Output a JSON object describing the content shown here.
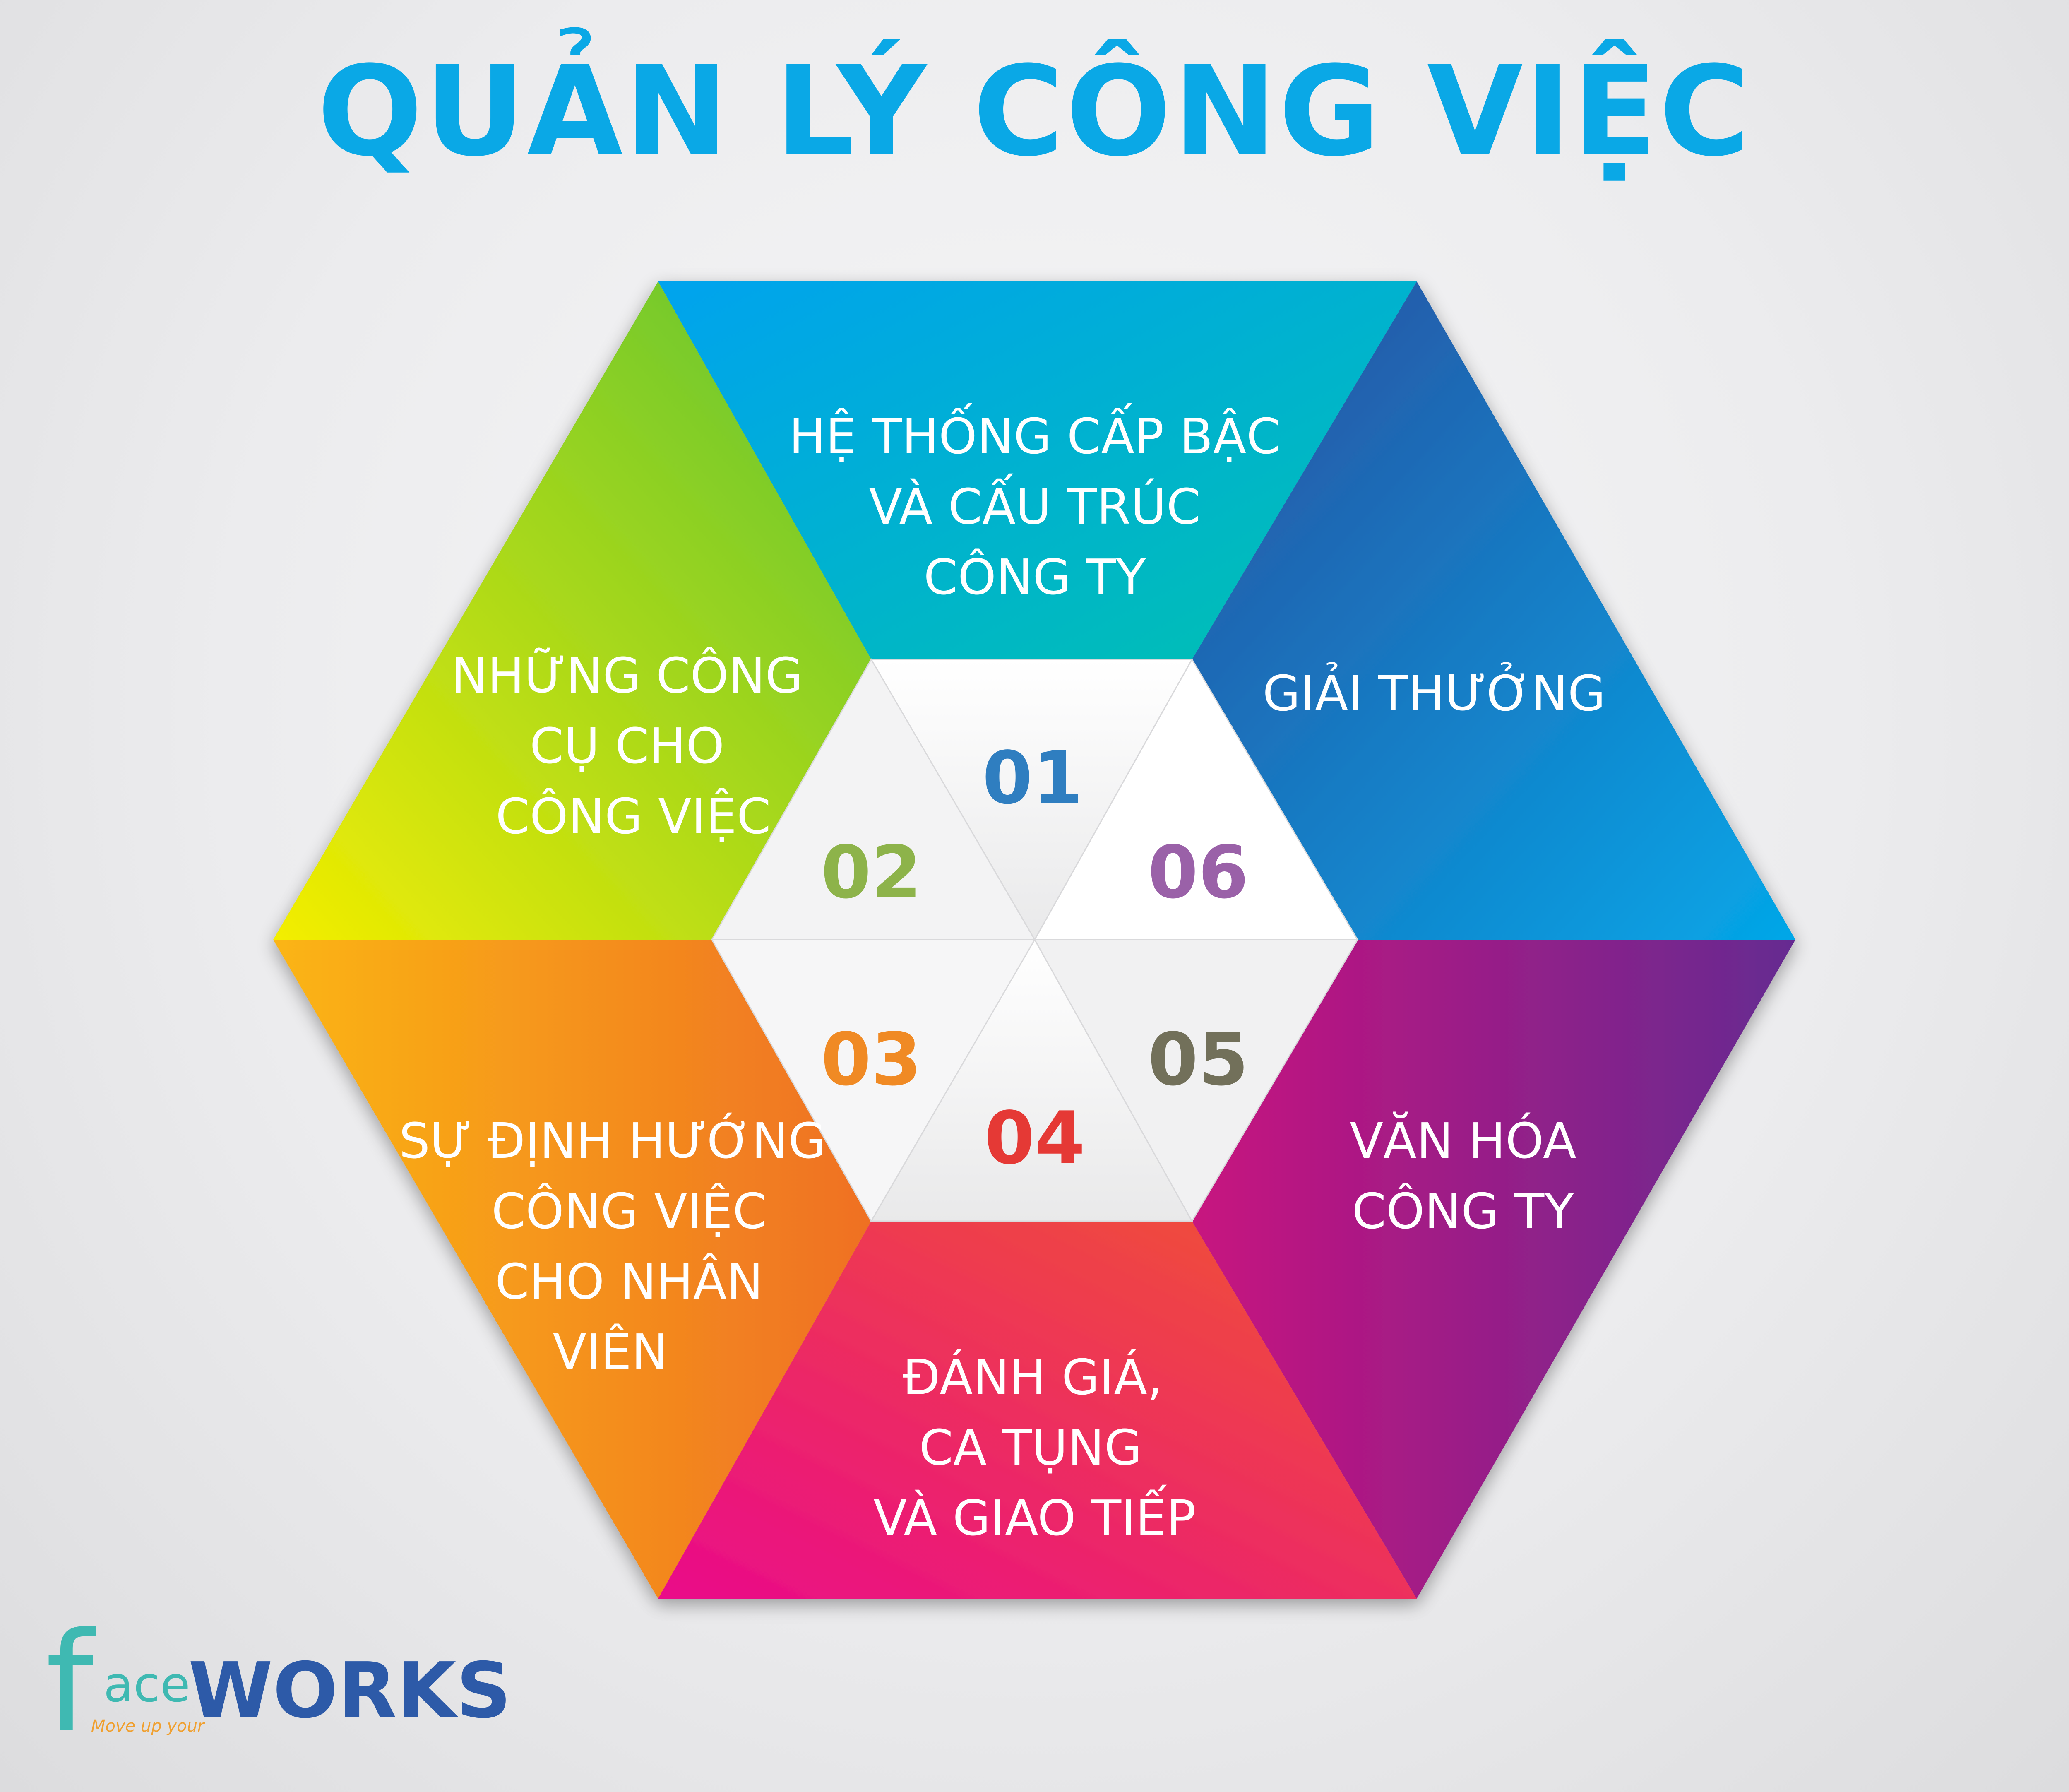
{
  "title": "QUẢN LÝ CÔNG VIỆC",
  "segments": [
    {
      "number": "01",
      "label_lines": [
        "HỆ THỐNG CẤP BẬC",
        "VÀ CẤU TRÚC",
        "CÔNG TY"
      ],
      "gradient": [
        "#05a3ee",
        "#00c1b0"
      ],
      "number_color": "#2f7ec0"
    },
    {
      "number": "02",
      "label_lines": [
        "NHỮNG CÔNG",
        "CỤ CHO",
        "CÔNG VIỆC"
      ],
      "gradient": [
        "#f4ee00",
        "#5cc235"
      ],
      "number_color": "#8db34a"
    },
    {
      "number": "03",
      "label_lines": [
        "SỰ ĐỊNH HƯỚNG",
        "CÔNG VIỆC",
        "CHO NHÂN",
        "VIÊN"
      ],
      "gradient": [
        "#fbb514",
        "#ef7024"
      ],
      "number_color": "#f08a24"
    },
    {
      "number": "04",
      "label_lines": [
        "ĐÁNH GIÁ,",
        "CA TỤNG",
        "VÀ GIAO TIẾP"
      ],
      "gradient": [
        "#ea0a8a",
        "#f05530"
      ],
      "number_color": "#e53935"
    },
    {
      "number": "05",
      "label_lines": [
        "VĂN HÓA",
        "CÔNG TY"
      ],
      "gradient": [
        "#c8127f",
        "#652b91"
      ],
      "number_color": "#72705a"
    },
    {
      "number": "06",
      "label_lines": [
        "GIẢI THƯỞNG"
      ],
      "gradient": [
        "#2a4f9f",
        "#04a7e8"
      ],
      "number_color": "#9a61a8"
    }
  ],
  "logo": {
    "f": "f",
    "ace": "ace",
    "works": "WORKS",
    "tagline": "Move up your"
  }
}
